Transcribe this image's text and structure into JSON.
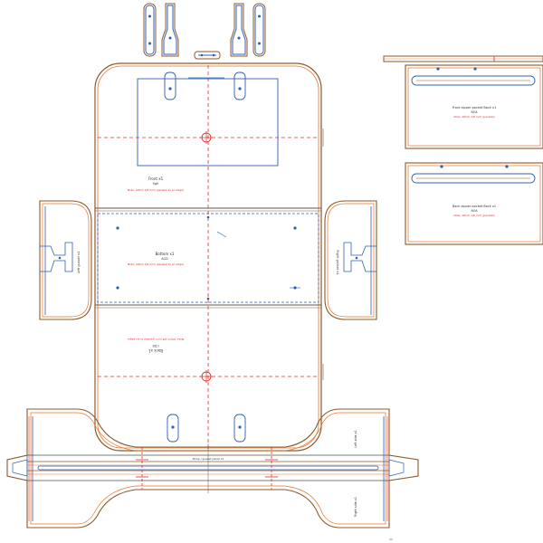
{
  "colors": {
    "outline": "#8b5a2b",
    "cut": "#e8732a",
    "fold": "#e0312b",
    "seam": "#2f5fb5",
    "dark": "#5a5a5a"
  },
  "labels": {
    "front_title": "Front x1",
    "front_sub": "Sgh",
    "front_note": "Note: Stitch 1/8 inch (parallel to an edge)",
    "bottom_title": "Bottom x1",
    "bottom_sub": "ACD",
    "bottom_note": "Note: Stitch 1/8 inch (parallel to an edge)",
    "back_title": "Back x1",
    "back_sub": "CDE",
    "back_note": "Note: Stitch 1/8 inch (parallel to an edge)",
    "left_side": "Left gusset x1",
    "right_side": "Right gusset x1",
    "small_panel_1_title": "Front zipper pocket Back x1",
    "small_panel_1_sub": "NOA",
    "small_panel_1_note": "Note: Stitch 1/8 inch (parallel)",
    "small_panel_2_title": "Back zipper pocket Back x1",
    "small_panel_2_sub": "NOA",
    "small_panel_2_note": "Note: Stitch 1/8 inch (parallel)",
    "strap_label": "Strap / gusset panel x1",
    "strap_side_1": "Left side x1",
    "strap_side_2": "Right side x1"
  }
}
